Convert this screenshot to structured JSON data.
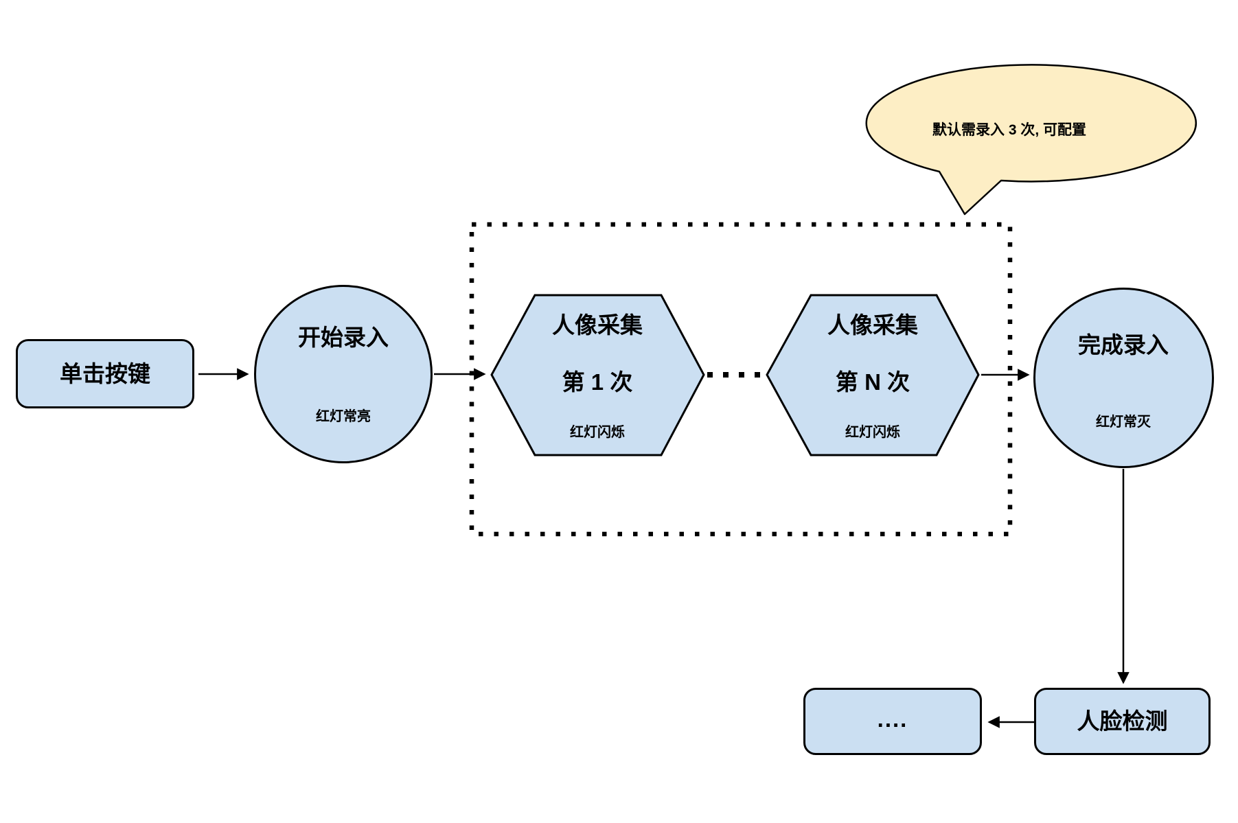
{
  "diagram": {
    "title_hint": "face-enrollment-flowchart",
    "colors": {
      "node_fill": "#cbdff2",
      "node_border": "#000000",
      "callout_fill": "#fdeec5",
      "arrow": "#000000",
      "background": "#ffffff"
    },
    "nodes": {
      "click_button": {
        "label": "单击按键"
      },
      "start_enroll": {
        "label": "开始录入",
        "sublabel": "红灯常亮"
      },
      "capture_first": {
        "line1": "人像采集",
        "line2": "第 1 次",
        "sublabel": "红灯闪烁"
      },
      "capture_nth": {
        "line1": "人像采集",
        "line2": "第 N 次",
        "sublabel": "红灯闪烁"
      },
      "finish_enroll": {
        "label": "完成录入",
        "sublabel": "红灯常灭"
      },
      "face_detect": {
        "label": "人脸检测"
      },
      "etc": {
        "label": "...."
      }
    },
    "callout": {
      "text": "默认需录入 3 次, 可配置"
    }
  }
}
